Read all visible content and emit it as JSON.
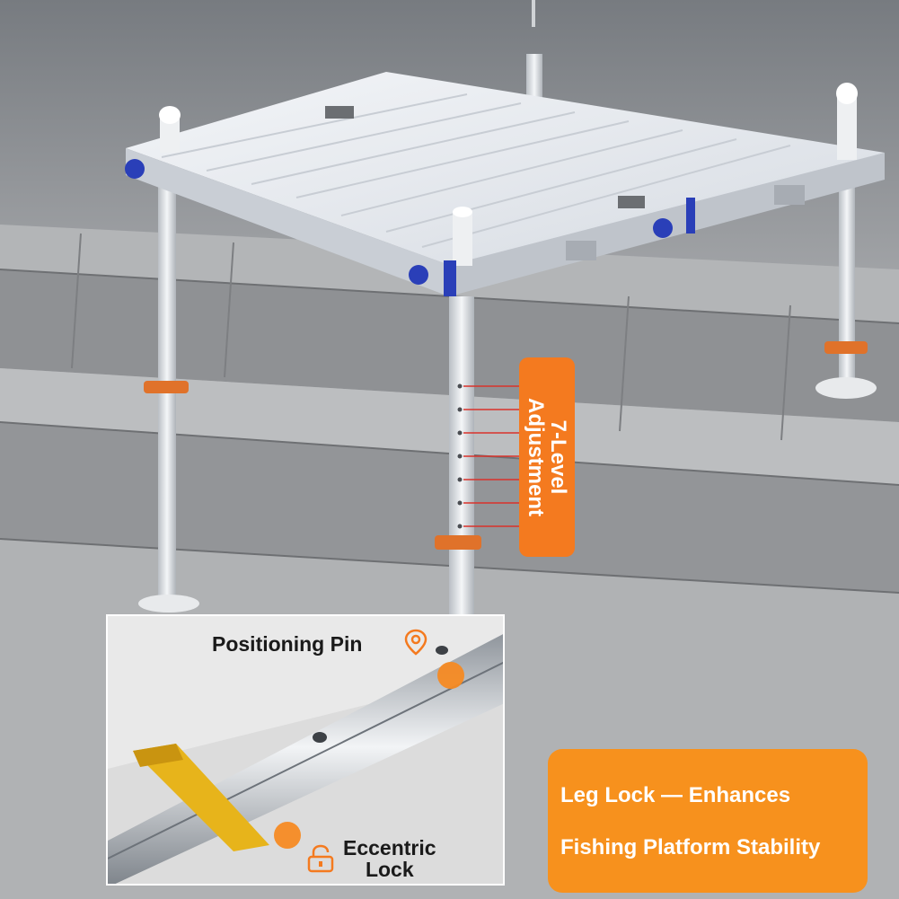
{
  "colors": {
    "accent_orange": "#f47a1f",
    "card_orange": "#f7911d",
    "knob_blue": "#2a3fb8",
    "aluminum": "#dfe3e8"
  },
  "icons": {
    "pin": "location-pin-icon",
    "lock": "padlock-icon"
  },
  "callouts": {
    "adjustment": "7-Level Adjustment",
    "positioning_pin": "Positioning Pin",
    "eccentric_lock_line1": "Eccentric",
    "eccentric_lock_line2": "Lock"
  },
  "feature_card": {
    "line1": "Leg Lock — Enhances",
    "line2": "Fishing Platform Stability"
  },
  "adjustment_levels": 7
}
